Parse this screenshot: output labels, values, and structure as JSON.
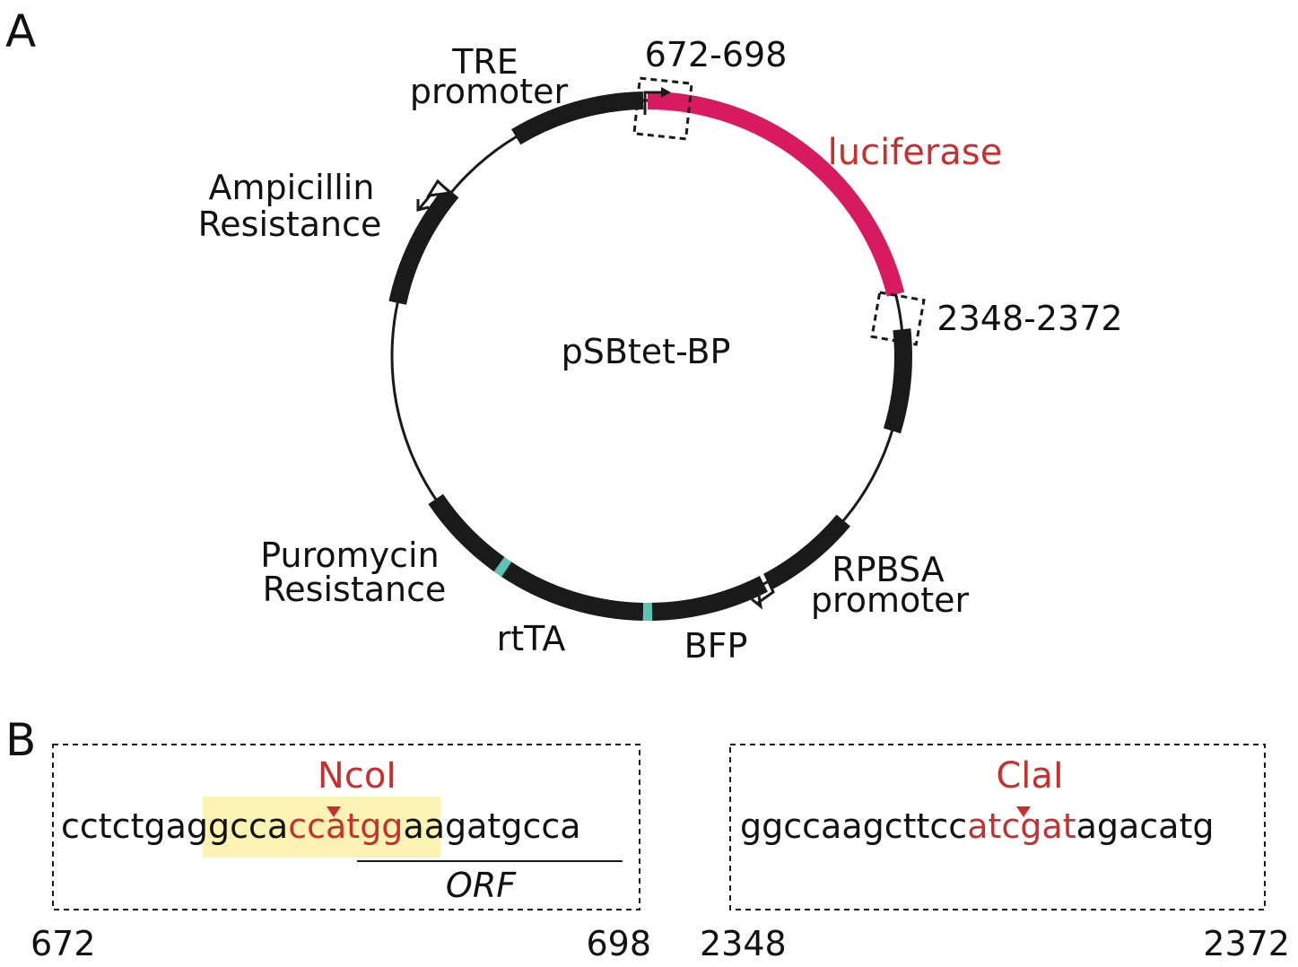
{
  "panels": {
    "a_letter": "A",
    "b_letter": "B"
  },
  "plasmid": {
    "name": "pSBtet-BP",
    "features": {
      "tre": [
        "TRE",
        "promoter"
      ],
      "luciferase": "luciferase",
      "amp": [
        "Ampicillin",
        "Resistance"
      ],
      "puro": [
        "Puromycin",
        "Resistance"
      ],
      "rtta": "rtTA",
      "bfp": "BFP",
      "rpbsa": [
        "RPBSA",
        "promoter"
      ]
    },
    "regions": {
      "first": "672-698",
      "second": "2348-2372"
    }
  },
  "insets": {
    "left": {
      "enzyme": "NcoI",
      "seq_a": "cctctga",
      "seq_b": "ggcca",
      "seq_c": "ccatgg",
      "seq_d": "aagatgcca",
      "orf_label": "ORF",
      "start": "672",
      "end": "698"
    },
    "right": {
      "enzyme": "ClaI",
      "seq_a": "ggccaagcttcc",
      "seq_b": "atcgat",
      "seq_c": "agacatg",
      "start": "2348",
      "end": "2372"
    }
  },
  "colors": {
    "luciferase": "#d81b60",
    "backbone": "#1a1a1a",
    "junction": "#5fc2b4",
    "highlight": "#fbf3b3",
    "enzyme_red": "#c8302f"
  }
}
